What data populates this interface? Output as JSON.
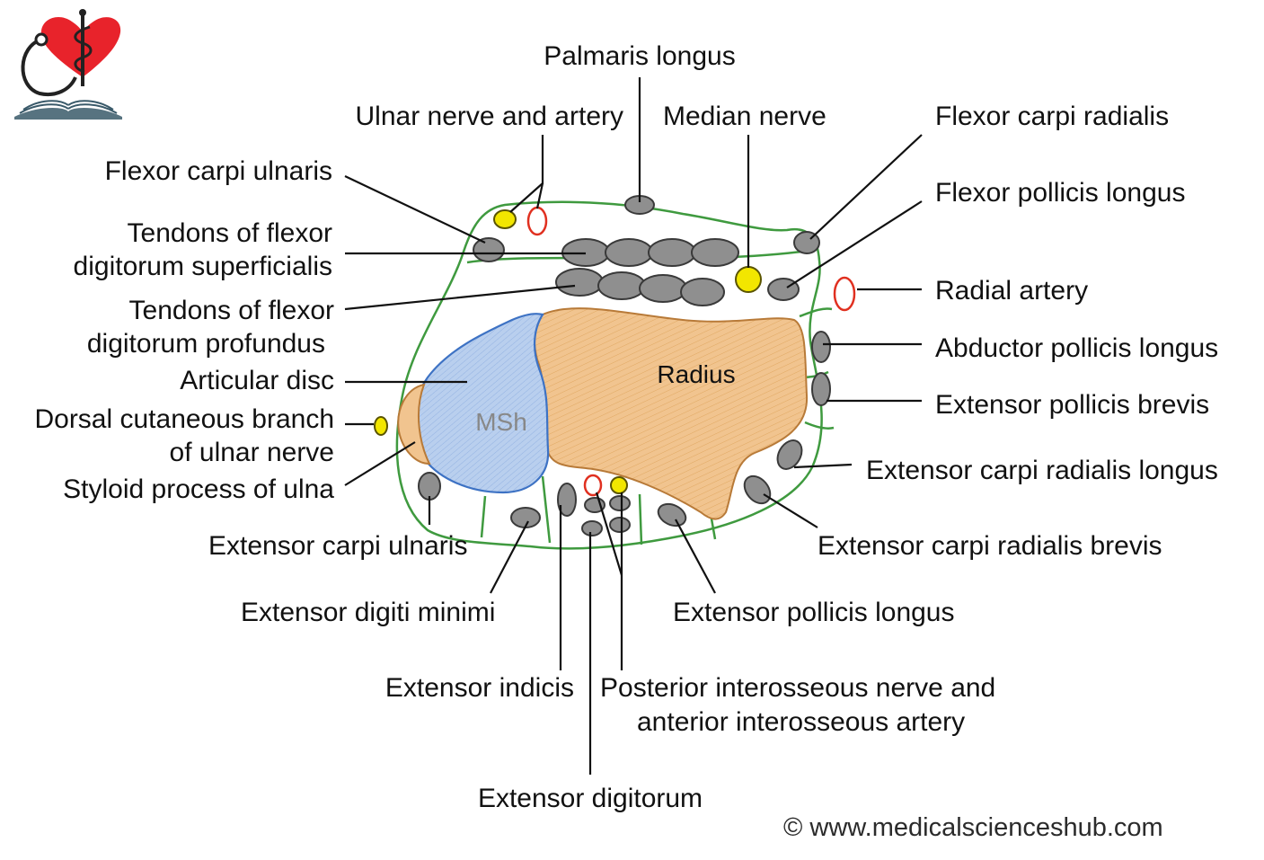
{
  "logo": {
    "name": "medical-sciences-hub-logo"
  },
  "colors": {
    "radius_fill": "#f1c48f",
    "disc_fill": "#b9cfee",
    "disc_outline": "#3d72c4",
    "fascia": "#3f9a3f",
    "tendon": "#8f8f8f",
    "nerve": "#f2e600",
    "artery": "#e03020"
  },
  "structures": {
    "radius": "Radius",
    "msh": "MSh"
  },
  "labels": {
    "palmaris_longus": "Palmaris longus",
    "ulnar_nerve_artery": "Ulnar nerve and artery",
    "median_nerve": "Median nerve",
    "flexor_carpi_radialis": "Flexor carpi radialis",
    "flexor_carpi_ulnaris": "Flexor carpi ulnaris",
    "flexor_pollicis_longus": "Flexor pollicis longus",
    "fds_line1": "Tendons of flexor",
    "fds_line2": "digitorum superficialis",
    "radial_artery": "Radial artery",
    "fdp_line1": "Tendons of flexor",
    "fdp_line2": "digitorum profundus",
    "abductor_pollicis_longus": "Abductor pollicis longus",
    "articular_disc": "Articular disc",
    "extensor_pollicis_brevis": "Extensor pollicis brevis",
    "dorsal_branch_line1": "Dorsal cutaneous branch",
    "dorsal_branch_line2": "of ulnar nerve",
    "extensor_carpi_radialis_longus": "Extensor carpi radialis longus",
    "styloid_process": "Styloid process of ulna",
    "extensor_carpi_ulnaris": "Extensor carpi ulnaris",
    "extensor_carpi_radialis_brevis": "Extensor carpi radialis brevis",
    "extensor_digiti_minimi": "Extensor digiti minimi",
    "extensor_pollicis_longus": "Extensor pollicis longus",
    "extensor_indicis": "Extensor indicis",
    "pin_line1": "Posterior interosseous nerve and",
    "pin_line2": "anterior interosseous artery",
    "extensor_digitorum": "Extensor digitorum"
  },
  "footer": {
    "credit": "© www.medicalscienceshub.com"
  }
}
